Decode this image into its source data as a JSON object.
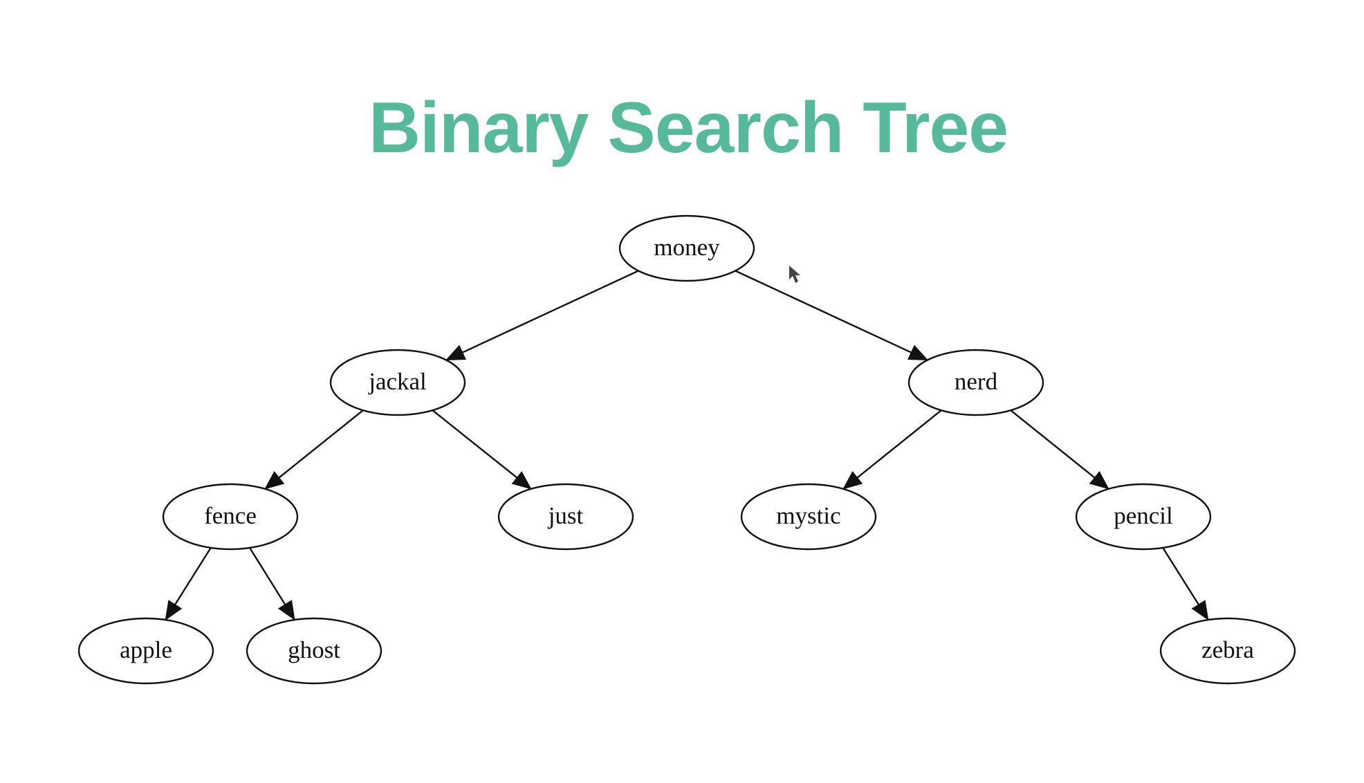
{
  "title": "Binary Search Tree",
  "title_color": "#55b99a",
  "tree": {
    "nodes": [
      {
        "id": "money",
        "label": "money"
      },
      {
        "id": "jackal",
        "label": "jackal"
      },
      {
        "id": "nerd",
        "label": "nerd"
      },
      {
        "id": "fence",
        "label": "fence"
      },
      {
        "id": "just",
        "label": "just"
      },
      {
        "id": "mystic",
        "label": "mystic"
      },
      {
        "id": "pencil",
        "label": "pencil"
      },
      {
        "id": "apple",
        "label": "apple"
      },
      {
        "id": "ghost",
        "label": "ghost"
      },
      {
        "id": "zebra",
        "label": "zebra"
      }
    ],
    "edges": [
      {
        "from": "money",
        "to": "jackal"
      },
      {
        "from": "money",
        "to": "nerd"
      },
      {
        "from": "jackal",
        "to": "fence"
      },
      {
        "from": "jackal",
        "to": "just"
      },
      {
        "from": "nerd",
        "to": "mystic"
      },
      {
        "from": "nerd",
        "to": "pencil"
      },
      {
        "from": "fence",
        "to": "apple"
      },
      {
        "from": "fence",
        "to": "ghost"
      },
      {
        "from": "pencil",
        "to": "zebra"
      }
    ]
  },
  "cursor_icon": "mouse-pointer-icon"
}
